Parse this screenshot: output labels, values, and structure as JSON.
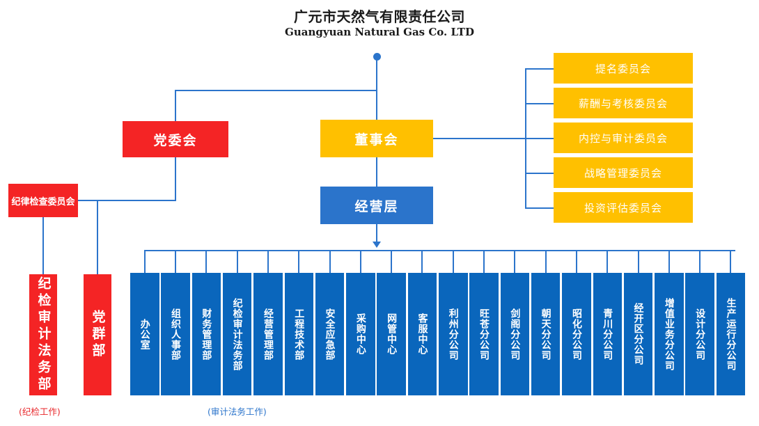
{
  "title": {
    "cn": "广元市天然气有限责任公司",
    "en": "Guangyuan Natural Gas Co. LTD"
  },
  "colors": {
    "red": "#F42425",
    "yellow": "#FFC000",
    "blue": "#2B74CB",
    "dept_blue": "#0A66BC",
    "line": "#2B74CB",
    "caption_red": "#E8262A",
    "caption_blue": "#2B74CB"
  },
  "nodes": {
    "party_committee": "党委会",
    "board_of_directors": "董事会",
    "management": "经营层",
    "discipline_committee": "纪律检查委员会",
    "discipline_audit_legal_dept": "纪检审计法务部",
    "party_mass_dept": "党群部"
  },
  "committees": [
    {
      "label": "提名委员会"
    },
    {
      "label": "薪酬与考核委员会"
    },
    {
      "label": "内控与审计委员会"
    },
    {
      "label": "战略管理委员会"
    },
    {
      "label": "投资评估委员会"
    }
  ],
  "departments": [
    {
      "label": "办公室"
    },
    {
      "label": "组织人事部"
    },
    {
      "label": "财务管理部"
    },
    {
      "label": "纪检审计法务部"
    },
    {
      "label": "经营管理部"
    },
    {
      "label": "工程技术部"
    },
    {
      "label": "安全应急部"
    },
    {
      "label": "采购中心"
    },
    {
      "label": "网管中心"
    },
    {
      "label": "客服中心"
    },
    {
      "label": "利州分公司"
    },
    {
      "label": "旺苍分公司"
    },
    {
      "label": "剑阁分公司"
    },
    {
      "label": "朝天分公司"
    },
    {
      "label": "昭化分公司"
    },
    {
      "label": "青川分公司"
    },
    {
      "label": "经开区分公司"
    },
    {
      "label": "增值业务分公司"
    },
    {
      "label": "设计分公司"
    },
    {
      "label": "生产运行分公司"
    }
  ],
  "captions": {
    "discipline_work": "(纪检工作)",
    "audit_legal_work": "(审计法务工作)"
  }
}
